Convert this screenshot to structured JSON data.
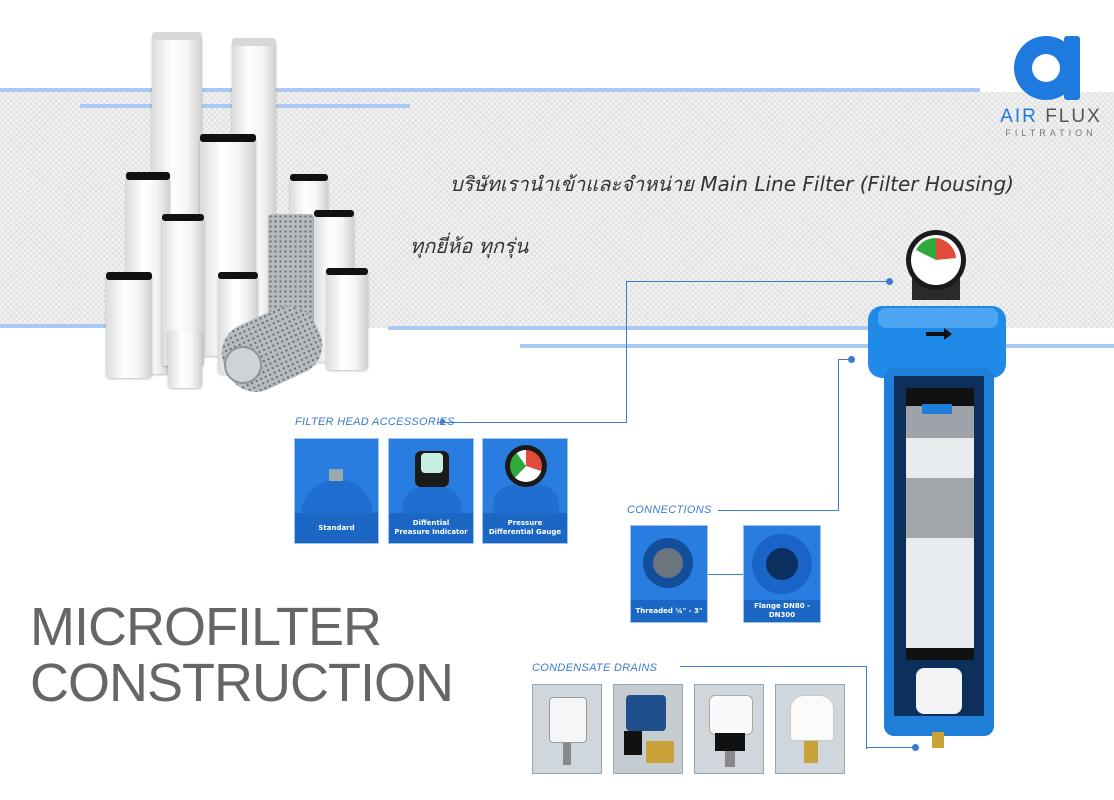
{
  "brand": {
    "name_part1": "AIR",
    "name_part2": "FLUX",
    "sub": "FILTRATION",
    "logo_letter": "a",
    "color": "#1f7ae0"
  },
  "tagline": {
    "line1": "บริษัทเรานำเข้าและจำหน่าย Main Line Filter (Filter Housing)",
    "line2": "ทุกยี่ห้อ ทุกรุ่น"
  },
  "accessories": {
    "label": "FILTER HEAD ACCESSORIES",
    "items": [
      {
        "caption_line1": "Standard",
        "caption_line2": ""
      },
      {
        "caption_line1": "Diffential",
        "caption_line2": "Preasure Indicator"
      },
      {
        "caption_line1": "Pressure",
        "caption_line2": "Differential Gauge"
      }
    ]
  },
  "connections": {
    "label": "CONNECTIONS",
    "items": [
      {
        "caption": "Threaded ¼\" - 3\""
      },
      {
        "caption": "Flange DN80 - DN300"
      }
    ]
  },
  "drains": {
    "label": "CONDENSATE DRAINS"
  },
  "title": {
    "line1": "MICROFILTER",
    "line2": "CONSTRUCTION"
  },
  "colors": {
    "accent_blue": "#3b7bd0",
    "housing_blue": "#1f8ae8",
    "stripe": "#a9c9f0",
    "title_gray": "#666666"
  }
}
